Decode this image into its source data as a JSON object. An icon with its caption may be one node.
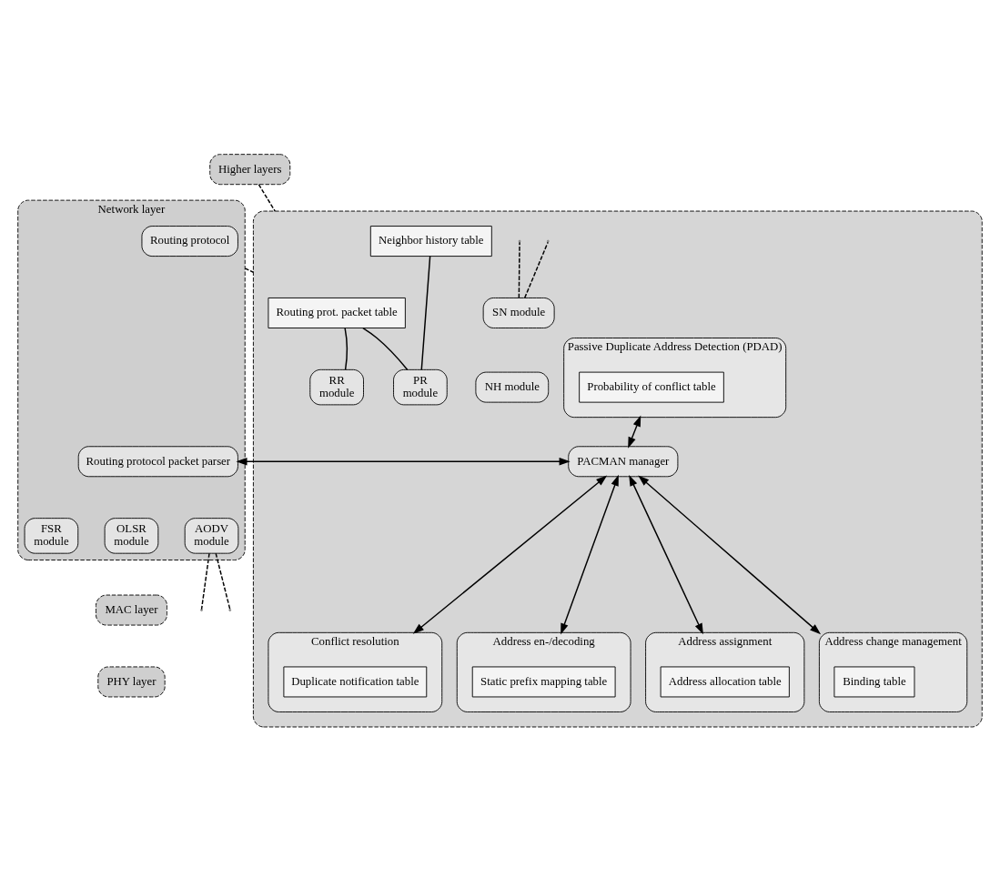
{
  "diagram": {
    "nodes": [
      {
        "text": [
          "Higher layers"
        ]
      },
      {
        "text": [
          "Network layer"
        ]
      },
      {
        "text": [
          "Routing protocol"
        ],
        "in": 1
      },
      {
        "text": [
          "Routing protocol packet parser"
        ],
        "in": 1
      },
      {
        "text": [
          "FSR module"
        ],
        "in": 1
      },
      {
        "text": [
          "OLSR module"
        ],
        "in": 1
      },
      {
        "text": [
          "AODV module"
        ],
        "in": 1
      },
      {
        "text": [
          "MAC layer"
        ]
      },
      {
        "text": [
          "PHY layer"
        ]
      },
      {
        "text": [],
        "shape": "box"
      },
      {
        "text": [
          "Routing prot. packet table"
        ],
        "in": 9
      },
      {
        "text": [
          "Neighbor history table"
        ],
        "in": 9
      },
      {
        "text": [
          "Passive Duplicate Address Detection (PDAD)"
        ],
        "in": 9
      },
      {
        "text": [
          "Probability of conflict table"
        ],
        "in": 12
      },
      {
        "text": [
          "RR module"
        ],
        "in": 9
      },
      {
        "text": [
          "PR module"
        ],
        "in": 9
      },
      {
        "text": [
          "SN module"
        ],
        "in": 9
      },
      {
        "text": [
          "NH module"
        ],
        "in": 9
      },
      {
        "text": [
          "PACMAN manager"
        ],
        "in": 9
      },
      {
        "text": [
          "Conflict resolution"
        ],
        "in": 9
      },
      {
        "text": [
          "Duplicate notification table"
        ],
        "in": 19
      },
      {
        "text": [
          "Address en-/decoding"
        ],
        "in": 9
      },
      {
        "text": [
          "Static prefix mapping table"
        ],
        "in": 21
      },
      {
        "text": [
          "Address assignment"
        ],
        "in": 9
      },
      {
        "text": [
          "Address allocation table"
        ],
        "in": 23
      },
      {
        "text": [
          "Address change management"
        ],
        "in": 9
      },
      {
        "text": [
          "Binding table"
        ],
        "in": 25
      }
    ],
    "edges": [
      {
        "from": 3,
        "to": 18,
        "arrow": "both"
      },
      {
        "from": 12,
        "to": 18,
        "arrow": "both"
      },
      {
        "from": 18,
        "to": 19,
        "arrow": "both"
      },
      {
        "from": 18,
        "to": 21,
        "arrow": "both"
      },
      {
        "from": 18,
        "to": 23,
        "arrow": "both"
      },
      {
        "from": 18,
        "to": 25,
        "arrow": "both"
      },
      {
        "from": 10,
        "to": 14,
        "arrow": "none"
      },
      {
        "from": 10,
        "to": 15,
        "arrow": "none"
      },
      {
        "from": 11,
        "to": 15,
        "arrow": "none"
      },
      {
        "from": 16,
        "to": null,
        "arrow": "none",
        "style": "dashed"
      },
      {
        "from": 16,
        "to": null,
        "arrow": "none",
        "style": "dashed"
      },
      {
        "from": 6,
        "to": null,
        "arrow": "none",
        "style": "dashed"
      },
      {
        "from": 6,
        "to": null,
        "arrow": "none",
        "style": "dashed"
      },
      {
        "from": 0,
        "to": 9,
        "arrow": "none",
        "style": "dashed"
      },
      {
        "from": 1,
        "to": 9,
        "arrow": "none",
        "style": "dashed"
      }
    ]
  }
}
